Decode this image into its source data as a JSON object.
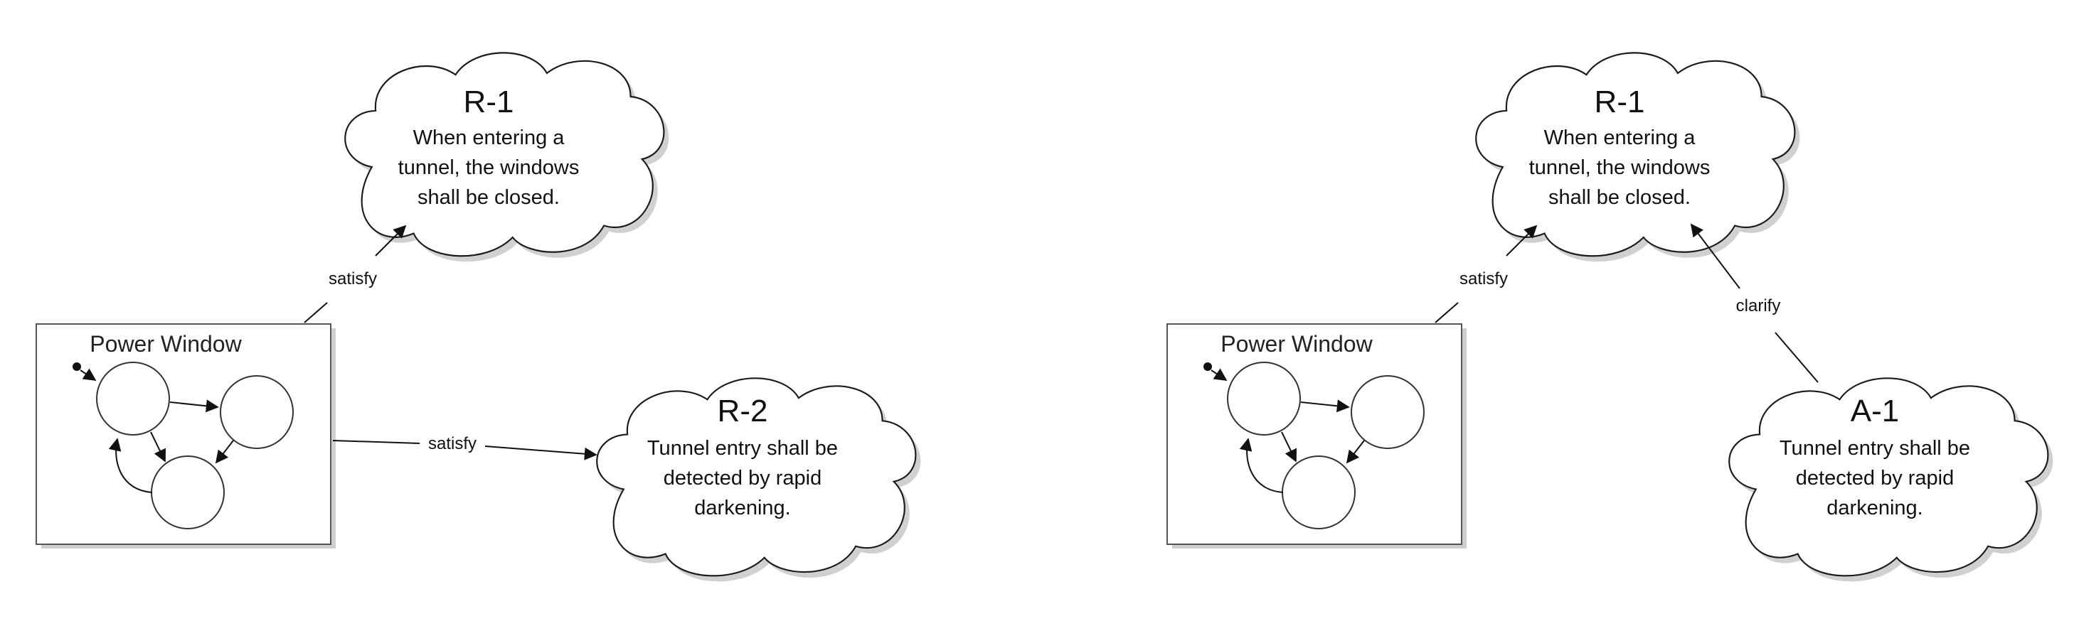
{
  "left": {
    "block": {
      "title": "Power Window"
    },
    "requirement_top": {
      "id": "R-1",
      "lines": [
        "When entering a",
        "tunnel, the windows",
        "shall be closed."
      ]
    },
    "requirement_right": {
      "id": "R-2",
      "lines": [
        "Tunnel entry shall be",
        "detected by rapid",
        "darkening."
      ]
    },
    "edges": {
      "top_label": "satisfy",
      "right_label": "satisfy"
    }
  },
  "right": {
    "block": {
      "title": "Power Window"
    },
    "requirement_top": {
      "id": "R-1",
      "lines": [
        "When entering a",
        "tunnel, the windows",
        "shall be closed."
      ]
    },
    "assumption": {
      "id": "A-1",
      "lines": [
        "Tunnel entry shall be",
        "detected by rapid",
        "darkening."
      ]
    },
    "edges": {
      "top_label": "satisfy",
      "clarify_label": "clarify"
    }
  }
}
